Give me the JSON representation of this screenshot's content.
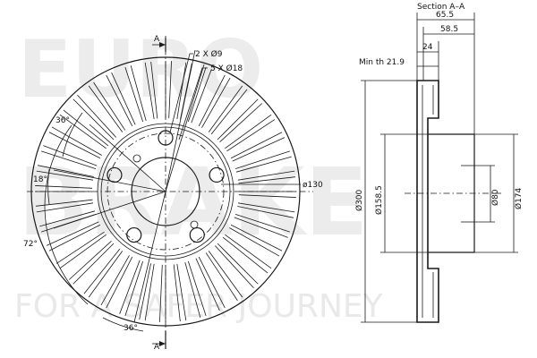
{
  "watermark": {
    "line1": "EURO",
    "line2": "BRAKE",
    "tagline": "FOR A SAFER JOURNEY"
  },
  "front_view": {
    "section_marker_top": "A",
    "section_marker_bottom": "A",
    "hole_small": "2 X Ø9",
    "hole_large": "5 X Ø18",
    "pcd": "ø130",
    "angle_top": "36°",
    "angle_left_small": "18°",
    "angle_left_large": "72°",
    "angle_bottom": "36°"
  },
  "section_view": {
    "title": "Section A–A",
    "overall_height": "65.5",
    "hat_height": "58.5",
    "disc_thickness": "24",
    "min_thickness": "Min th 21.9",
    "outer_diameter": "Ø300",
    "hat_diameter": "Ø158.5",
    "center_bore": "Ø80",
    "hat_outer": "Ø174"
  }
}
